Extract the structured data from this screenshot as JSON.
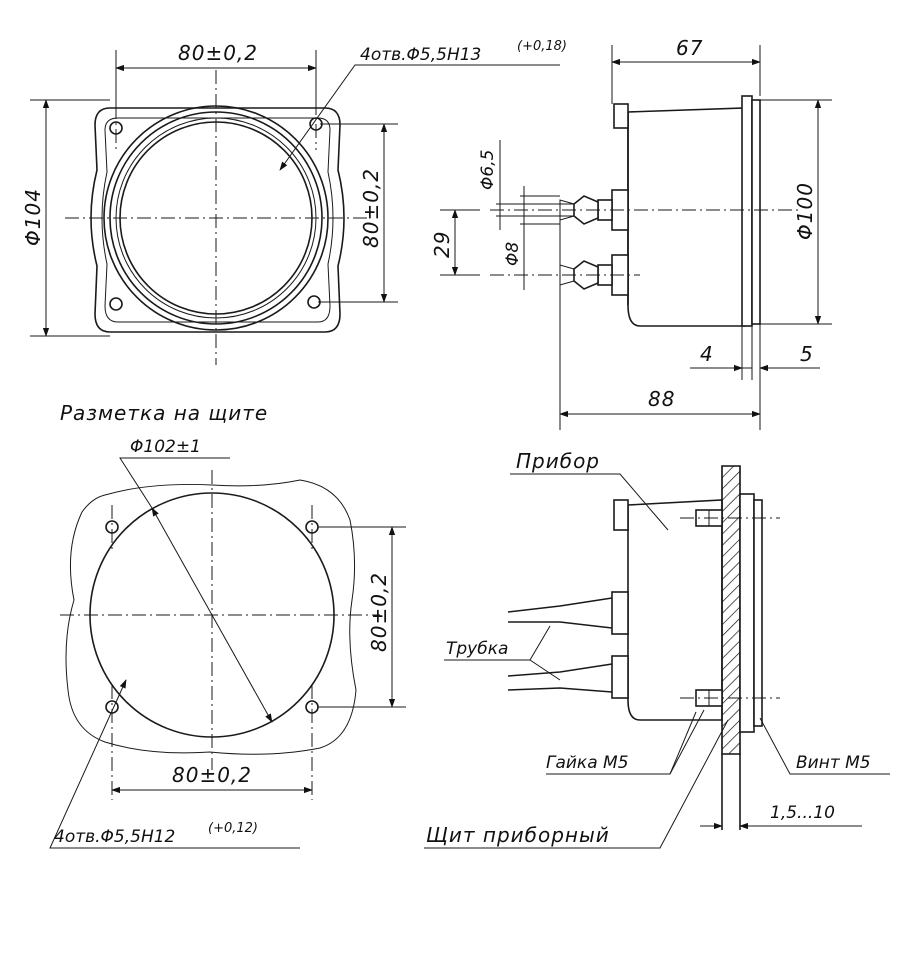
{
  "dimensions": {
    "top_width": "80±0,2",
    "holes_top": "4отв.Φ5,5Н13",
    "holes_top_tol": "(+0,18)",
    "dia_104": "Φ104",
    "right_80": "80±0,2",
    "side_67": "67",
    "dia_6_5": "Φ6,5",
    "dim_29": "29",
    "dia_8": "Φ8",
    "dia_100": "Φ100",
    "dim_4": "4",
    "dim_5": "5",
    "dim_88": "88",
    "cutout_dia": "Φ102±1",
    "cutout_right_80": "80±0,2",
    "cutout_bottom_80": "80±0,2",
    "holes_bottom": "4отв.Φ5,5Н12",
    "holes_bottom_tol": "(+0,12)",
    "panel_gap": "1,5...10"
  },
  "labels": {
    "panel_marking": "Разметка на щите",
    "device": "Прибор",
    "tube": "Трубка",
    "nut": "Гайка М5",
    "screw": "Винт М5",
    "panel": "Щит приборный"
  }
}
